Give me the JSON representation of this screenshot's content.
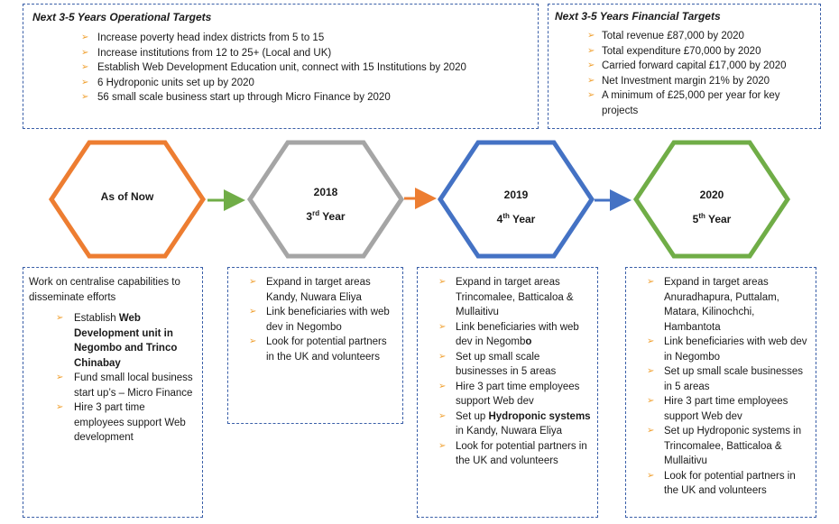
{
  "operational": {
    "title": "Next 3-5 Years Operational Targets",
    "items": [
      "Increase poverty head index districts from 5 to 15",
      "Increase institutions from 12 to 25+ (Local and UK)",
      "Establish Web Development Education unit, connect with 15 Institutions  by 2020",
      "6 Hydroponic units set up by 2020",
      "56 small scale business start up through Micro Finance by 2020"
    ]
  },
  "financial": {
    "title": "Next 3-5 Years Financial Targets",
    "items": [
      "Total revenue £87,000 by 2020",
      "Total expenditure £70,000 by 2020",
      "Carried forward capital £17,000 by 2020",
      "Net Investment margin 21% by 2020",
      "A minimum of £25,000 per year for key projects"
    ]
  },
  "stages": [
    {
      "label": "As of Now",
      "color": "#ed7d31"
    },
    {
      "label": "2018",
      "sub": "3",
      "sup": "rd",
      "sub2": " Year",
      "color": "#a5a5a5"
    },
    {
      "label": "2019",
      "sub": "4",
      "sup": "th",
      "sub2": " Year",
      "color": "#4472c4"
    },
    {
      "label": "2020",
      "sub": "5",
      "sup": "th",
      "sub2": " Year",
      "color": "#70ad47"
    }
  ],
  "arrows": [
    {
      "color": "#70ad47"
    },
    {
      "color": "#ed7d31"
    },
    {
      "color": "#4472c4"
    }
  ],
  "now_box": {
    "intro": "Work on centralise capabilities to disseminate efforts",
    "items": [
      {
        "text": "Establish ",
        "bold": "Web Development unit in Negombo and Trinco Chinabay"
      },
      {
        "text": "Fund small local business start up’s – Micro Finance"
      },
      {
        "text": "Hire 3 part time employees support Web development"
      }
    ]
  },
  "y2018_box": {
    "items": [
      "Expand in target areas Kandy, Nuwara Eliya",
      "Link beneficiaries with web dev in Negombo",
      "Look for potential partners in the UK and volunteers"
    ]
  },
  "y2019_box": {
    "items": [
      {
        "text": "Expand in target areas Trincomalee, Batticaloa & Mullaitivu"
      },
      {
        "text": "Link beneficiaries with web dev in Negomb",
        "bold_tail": "o"
      },
      {
        "text": "Set up small scale businesses in 5 areas"
      },
      {
        "text": "Hire 3 part time employees support Web dev"
      },
      {
        "text": "Set up ",
        "bold": "Hydroponic systems",
        "tail": " in Kandy, Nuwara Eliya"
      },
      {
        "text": "Look for potential partners in the UK and volunteers"
      }
    ]
  },
  "y2020_box": {
    "items": [
      "Expand in target areas Anuradhapura, Puttalam, Matara, Kilinochchi, Hambantota",
      "Link beneficiaries with web dev in Negombo",
      "Set up small scale businesses in 5 areas",
      "Hire 3 part time employees support Web dev",
      "Set up Hydroponic systems in Trincomalee, Batticaloa & Mullaitivu",
      "Look for potential partners in the UK and volunteers"
    ]
  }
}
